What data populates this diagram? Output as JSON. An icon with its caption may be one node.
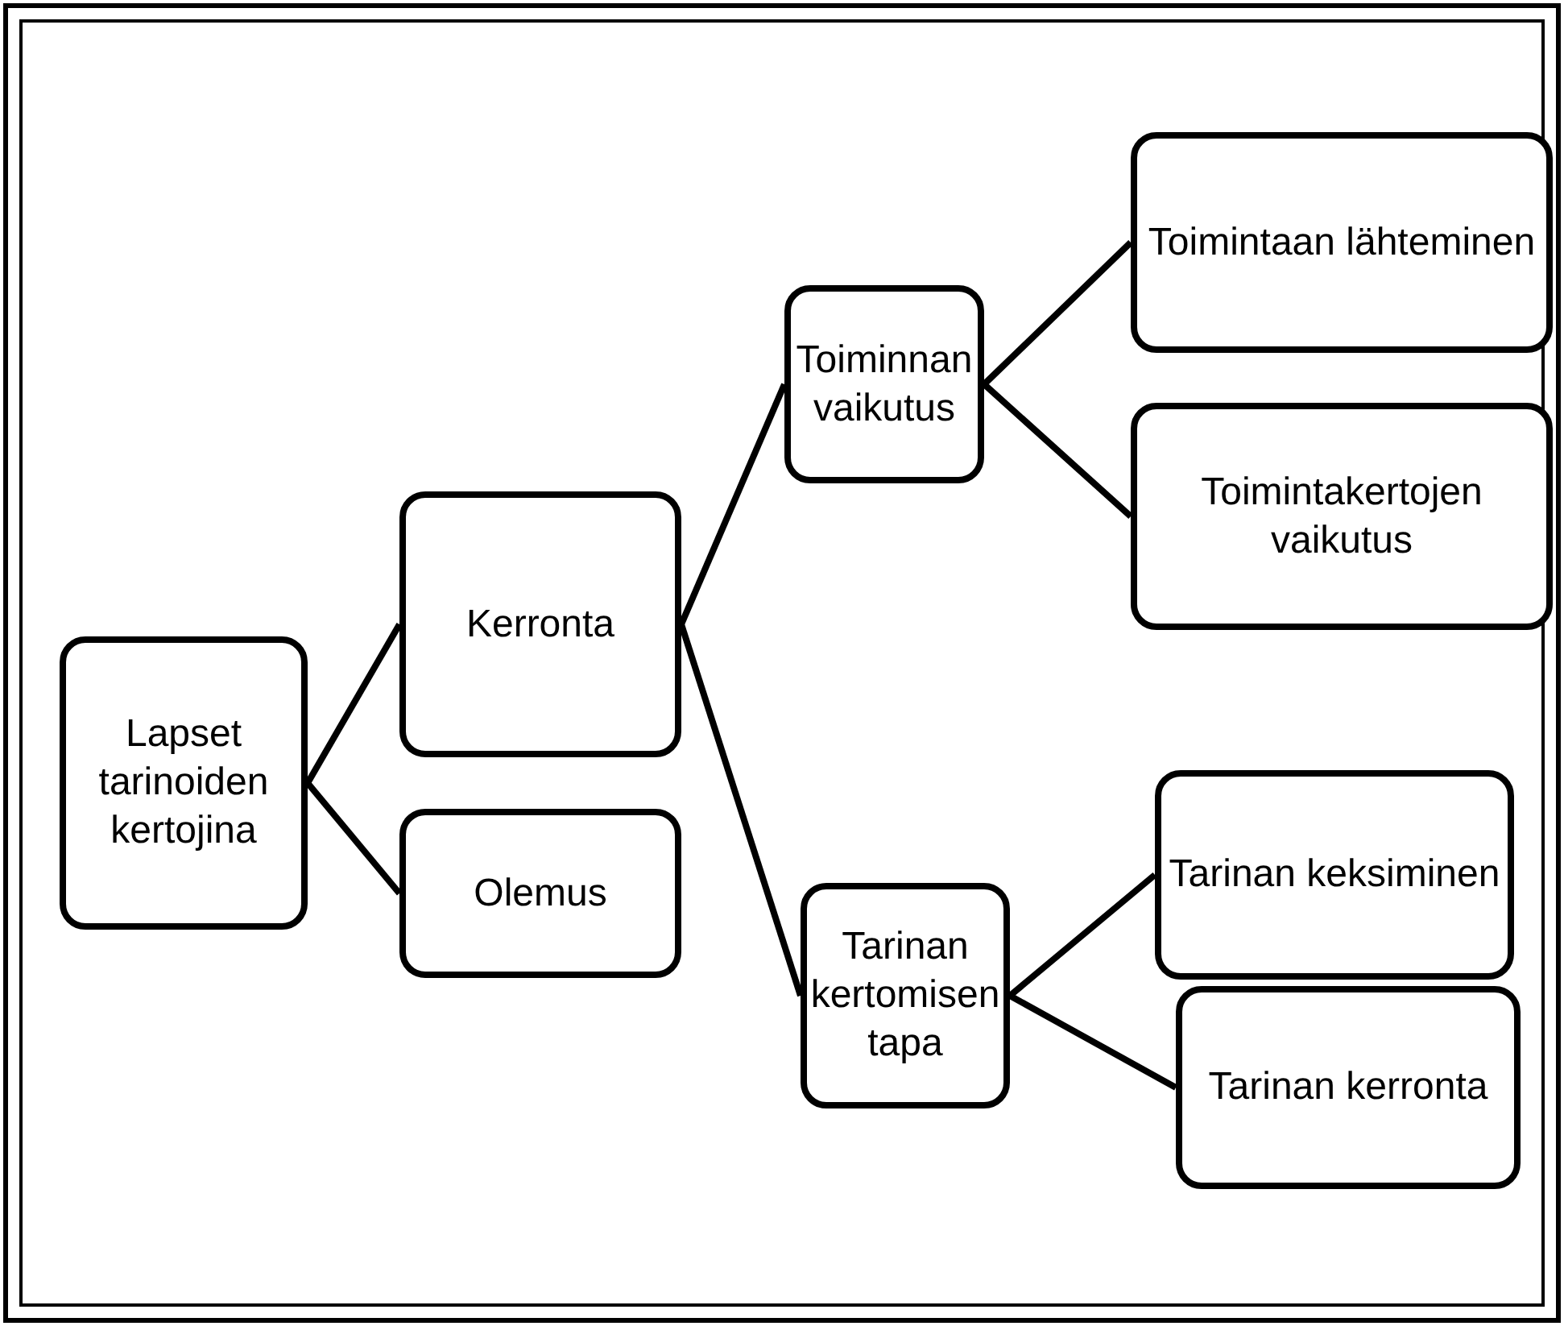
{
  "diagram": {
    "nodes": [
      {
        "text": [
          "Lapset tarinoiden kertojina"
        ]
      },
      {
        "text": [
          "Kerronta"
        ]
      },
      {
        "text": [
          "Olemus"
        ]
      },
      {
        "text": [
          "Toiminnan vaikutus"
        ]
      },
      {
        "text": [
          "Toimintaan lähteminen"
        ]
      },
      {
        "text": [
          "Toimintakertojen vaikutus"
        ]
      },
      {
        "text": [
          "Tarinan kertomisen tapa"
        ]
      },
      {
        "text": [
          "Tarinan keksiminen"
        ]
      },
      {
        "text": [
          "Tarinan kerronta"
        ]
      }
    ],
    "edges": [
      {
        "from": 0,
        "to": 1,
        "arrow": "none"
      },
      {
        "from": 0,
        "to": 2,
        "arrow": "none"
      },
      {
        "from": 1,
        "to": 3,
        "arrow": "none"
      },
      {
        "from": 1,
        "to": 6,
        "arrow": "none"
      },
      {
        "from": 3,
        "to": 4,
        "arrow": "none"
      },
      {
        "from": 3,
        "to": 5,
        "arrow": "none"
      },
      {
        "from": 6,
        "to": 7,
        "arrow": "none"
      },
      {
        "from": 6,
        "to": 8,
        "arrow": "none"
      }
    ]
  }
}
